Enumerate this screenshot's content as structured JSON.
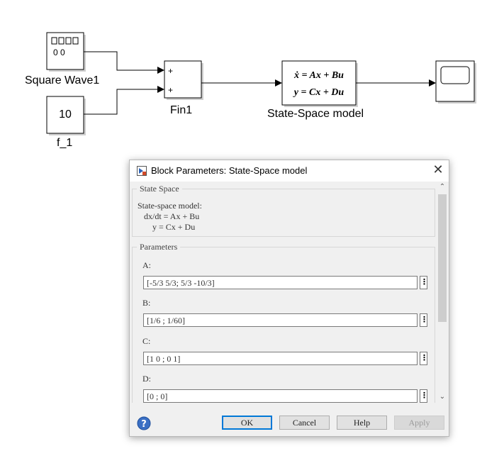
{
  "diagram": {
    "square_wave_label": "Square Wave1",
    "square_wave_readout": "0 0",
    "constant_value": "10",
    "constant_label": "f_1",
    "sum_label": "Fin1",
    "sum_signs": [
      "+",
      "+"
    ],
    "statespace_eq1": "ẋ = Ax + Bu",
    "statespace_eq2": "y = Cx + Du",
    "statespace_label": "State-Space model"
  },
  "dialog": {
    "title": "Block Parameters: State-Space model",
    "close_glyph": "✕",
    "state_space_group": "State Space",
    "description_lines": [
      "State-space model:",
      "   dx/dt = Ax + Bu",
      "       y = Cx + Du"
    ],
    "parameters_group": "Parameters",
    "params": [
      {
        "label": "A:",
        "value": "[-5/3 5/3; 5/3 -10/3]"
      },
      {
        "label": "B:",
        "value": "[1/6 ; 1/60]"
      },
      {
        "label": "C:",
        "value": "[1 0 ; 0 1]"
      },
      {
        "label": "D:",
        "value": "[0 ; 0]"
      }
    ],
    "more_glyph": "⋮",
    "buttons": {
      "ok": "OK",
      "cancel": "Cancel",
      "help": "Help",
      "apply": "Apply"
    },
    "scroll_up_glyph": "⌃",
    "scroll_down_glyph": "⌄",
    "help_icon_glyph": "?"
  },
  "colors": {
    "ok_border": "#0078d7",
    "help_icon": "#3a6fc4"
  }
}
